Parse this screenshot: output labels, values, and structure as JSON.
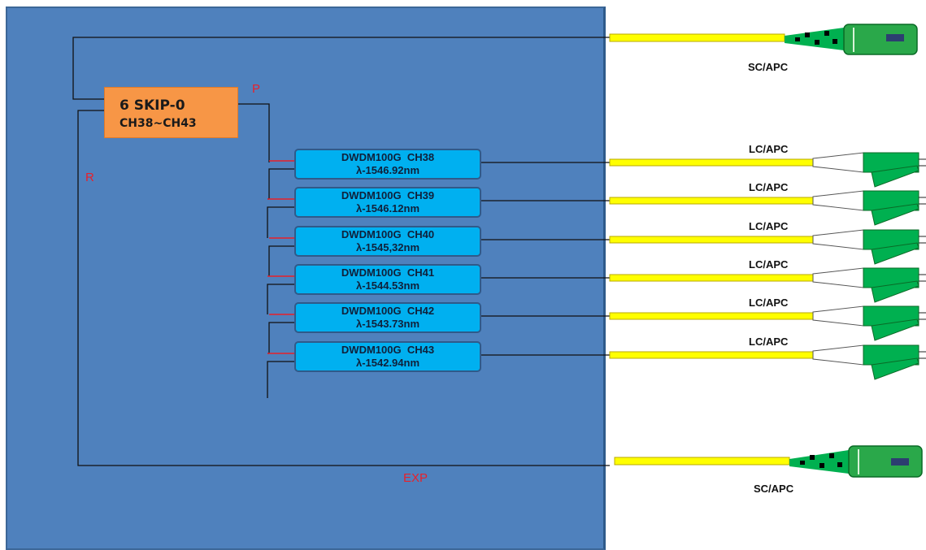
{
  "labels": {
    "p": "P",
    "r": "R",
    "exp": "EXP"
  },
  "skip_module": {
    "title": "6 SKIP-0",
    "range": "CH38~CH43"
  },
  "filters": [
    {
      "name": "DWDM100G  CH38",
      "wavelength": "λ-1546.92nm",
      "connector": "LC/APC"
    },
    {
      "name": "DWDM100G  CH39",
      "wavelength": "λ-1546.12nm",
      "connector": "LC/APC"
    },
    {
      "name": "DWDM100G  CH40",
      "wavelength": "λ-1545,32nm",
      "connector": "LC/APC"
    },
    {
      "name": "DWDM100G  CH41",
      "wavelength": "λ-1544.53nm",
      "connector": "LC/APC"
    },
    {
      "name": "DWDM100G  CH42",
      "wavelength": "λ-1543.73nm",
      "connector": "LC/APC"
    },
    {
      "name": "DWDM100G  CH43",
      "wavelength": "λ-1542.94nm",
      "connector": "LC/APC"
    }
  ],
  "connectors": {
    "top": "SC/APC",
    "bottom": "SC/APC"
  },
  "colors": {
    "panel": "#4f81bd",
    "skip": "#f79646",
    "filter": "#00b0f0",
    "fiber": "#ffff00",
    "connector_green": "#00b050",
    "red_label": "#e8202a"
  }
}
